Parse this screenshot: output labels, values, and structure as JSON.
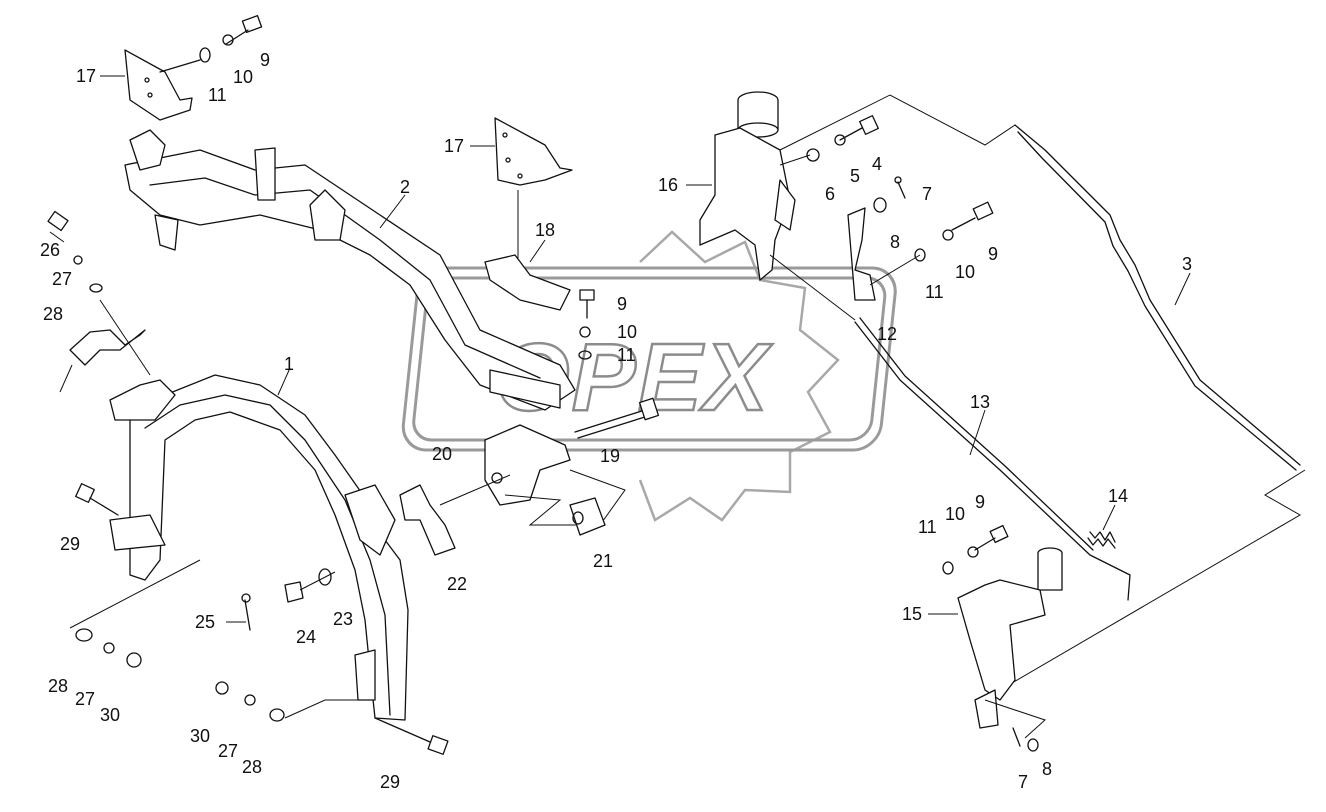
{
  "watermark": {
    "brand_text": "OPEX"
  },
  "callouts": [
    {
      "id": "c1",
      "text": "1"
    },
    {
      "id": "c2",
      "text": "2"
    },
    {
      "id": "c3",
      "text": "3"
    },
    {
      "id": "c4",
      "text": "4"
    },
    {
      "id": "c5",
      "text": "5"
    },
    {
      "id": "c6",
      "text": "6"
    },
    {
      "id": "c7a",
      "text": "7"
    },
    {
      "id": "c8a",
      "text": "8"
    },
    {
      "id": "c9a",
      "text": "9"
    },
    {
      "id": "c10a",
      "text": "10"
    },
    {
      "id": "c11a",
      "text": "11"
    },
    {
      "id": "c12",
      "text": "12"
    },
    {
      "id": "c13",
      "text": "13"
    },
    {
      "id": "c14",
      "text": "14"
    },
    {
      "id": "c15",
      "text": "15"
    },
    {
      "id": "c16",
      "text": "16"
    },
    {
      "id": "c17a",
      "text": "17"
    },
    {
      "id": "c17b",
      "text": "17"
    },
    {
      "id": "c18",
      "text": "18"
    },
    {
      "id": "c9b",
      "text": "9"
    },
    {
      "id": "c10b",
      "text": "10"
    },
    {
      "id": "c11b",
      "text": "11"
    },
    {
      "id": "c19",
      "text": "19"
    },
    {
      "id": "c20",
      "text": "20"
    },
    {
      "id": "c21",
      "text": "21"
    },
    {
      "id": "c22",
      "text": "22"
    },
    {
      "id": "c23",
      "text": "23"
    },
    {
      "id": "c24",
      "text": "24"
    },
    {
      "id": "c25",
      "text": "25"
    },
    {
      "id": "c26",
      "text": "26"
    },
    {
      "id": "c27a",
      "text": "27"
    },
    {
      "id": "c28a",
      "text": "28"
    },
    {
      "id": "c29a",
      "text": "29"
    },
    {
      "id": "c28b",
      "text": "28"
    },
    {
      "id": "c27b",
      "text": "27"
    },
    {
      "id": "c30a",
      "text": "30"
    },
    {
      "id": "c30b",
      "text": "30"
    },
    {
      "id": "c27c",
      "text": "27"
    },
    {
      "id": "c28c",
      "text": "28"
    },
    {
      "id": "c29b",
      "text": "29"
    },
    {
      "id": "c9c",
      "text": "9"
    },
    {
      "id": "c10c",
      "text": "10"
    },
    {
      "id": "c11c",
      "text": "11"
    },
    {
      "id": "c9d",
      "text": "9"
    },
    {
      "id": "c10d",
      "text": "10"
    },
    {
      "id": "c11d",
      "text": "11"
    },
    {
      "id": "c7b",
      "text": "7"
    },
    {
      "id": "c8b",
      "text": "8"
    }
  ]
}
